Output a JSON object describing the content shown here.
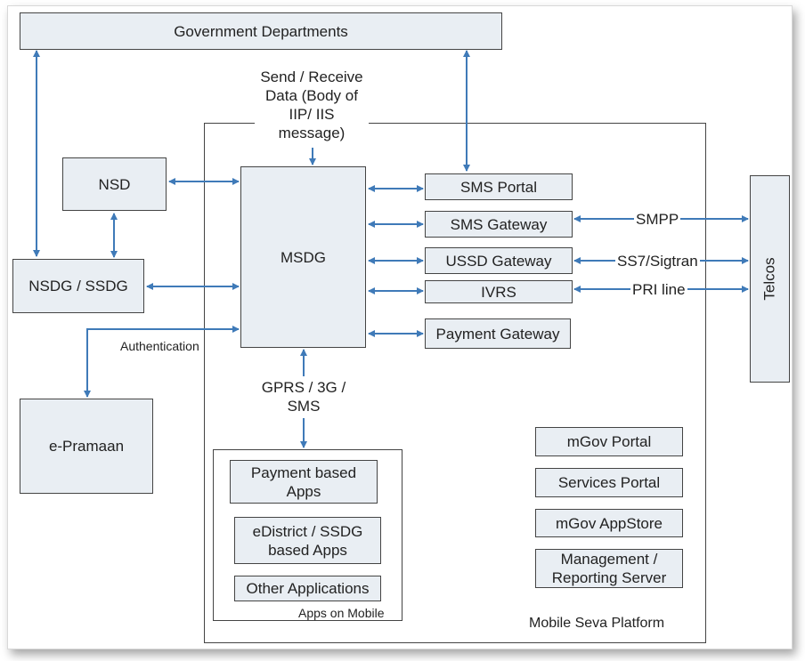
{
  "nodes": {
    "gov_departments": "Government Departments",
    "nsd": "NSD",
    "msdg": "MSDG",
    "nsdg_ssdg": "NSDG / SSDG",
    "e_pramaan": "e-Pramaan",
    "sms_portal": "SMS Portal",
    "sms_gateway": "SMS Gateway",
    "ussd_gateway": "USSD Gateway",
    "ivrs": "IVRS",
    "payment_gateway": "Payment Gateway",
    "telcos": "Telcos",
    "payment_apps": "Payment based Apps",
    "edistrict_apps": "eDistrict / SSDG based Apps",
    "other_apps": "Other Applications",
    "mgov_portal": "mGov Portal",
    "services_portal": "Services Portal",
    "mgov_appstore": "mGov AppStore",
    "mgmt_server": "Management / Reporting Server"
  },
  "labels": {
    "send_receive": "Send / Receive Data (Body of IIP/ IIS message)",
    "authentication": "Authentication",
    "gprs": "GPRS / 3G / SMS",
    "smpp": "SMPP",
    "ss7": "SS7/Sigtran",
    "pri": "PRI line"
  },
  "containers": {
    "mobile_seva": "Mobile Seva Platform",
    "apps_on_mobile": "Apps on Mobile"
  }
}
